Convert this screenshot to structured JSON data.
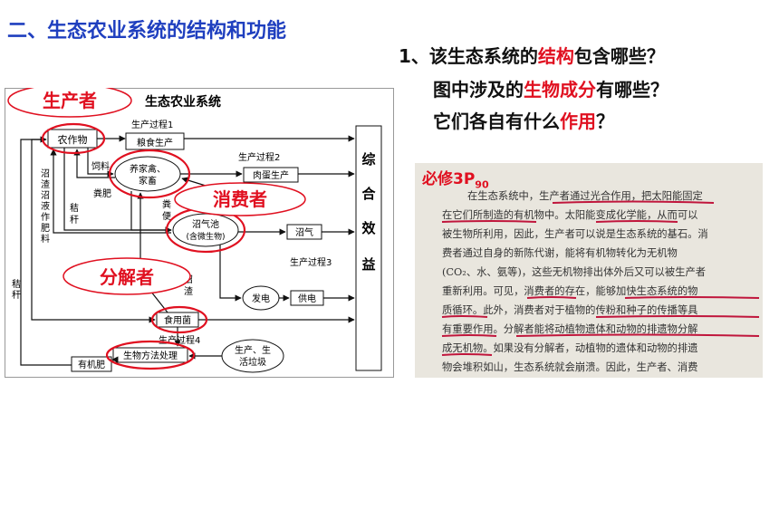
{
  "title": "二、生态农业系统的结构和功能",
  "questions": {
    "line1": {
      "a": "1、该生态系统的",
      "b": "结构",
      "c": "包含哪些？"
    },
    "line2": {
      "a": "图中涉及的",
      "b": "生物成分",
      "c": "有哪些？"
    },
    "line3": {
      "a": "它们各自有什么",
      "b": "作用",
      "c": "？"
    }
  },
  "colors": {
    "title": "#1f3fbf",
    "highlight": "#e01020",
    "callout": "#e01020",
    "paper": "#e9e6de"
  },
  "diagram": {
    "title": "生态农业系统",
    "process1": "生产过程1",
    "process2": "生产过程2",
    "process3": "生产过程3",
    "process4": "生产过程4",
    "crops": "农作物",
    "grain": "粮食生产",
    "livestock": "养家禽、家畜",
    "livestock_line1": "养家禽、",
    "livestock_line2": "家畜",
    "fish": "肉蛋生产",
    "biogas_pool": "沼气池（含微生物）",
    "biogas_pool_line1": "沼气池",
    "biogas_pool_line2": "(含微生物)",
    "biogas": "沼气",
    "power_gen": "发电",
    "power_supply": "供电",
    "mushroom": "食用菌",
    "bio_process": "生物方法处理",
    "organic_fertilizer": "有机肥",
    "waste": "生产、生活垃圾",
    "waste_line1": "生产、生",
    "waste_line2": "活垃圾",
    "benefit": "综合效益",
    "label_feed": "饲料",
    "label_manure": "粪肥",
    "label_excreta": "粪便",
    "label_straw": "秸秆",
    "label_biogas_residue": "沼渣沼液作肥料",
    "label_straw2": "秸秆",
    "label_residue": "沼渣"
  },
  "callouts": {
    "producer": "生产者",
    "consumer": "消费者",
    "decomposer": "分解者"
  },
  "textbook": {
    "ref_main": "必修3P",
    "ref_sub": "90",
    "lines": [
      "在生态系统中，生产者通过光合作用，把太阳能固定",
      "在它们所制造的有机物中。太阳能变成化学能，从而可以",
      "被生物所利用，因此，生产者可以说是生态系统的基石。消",
      "费者通过自身的新陈代谢，能将有机物转化为无机物",
      "(CO₂、水、氨等)，这些无机物排出体外后又可以被生产者",
      "重新利用。可见，消费者的存在，能够加快生态系统的物",
      "质循环。此外，消费者对于植物的传粉和种子的传播等具",
      "有重要作用。分解者能将动植物遗体和动物的排遗物分解",
      "成无机物。如果没有分解者，动植物的遗体和动物的排遗",
      "物会堆积如山，生态系统就会崩溃。因此，生产者、消费"
    ]
  }
}
